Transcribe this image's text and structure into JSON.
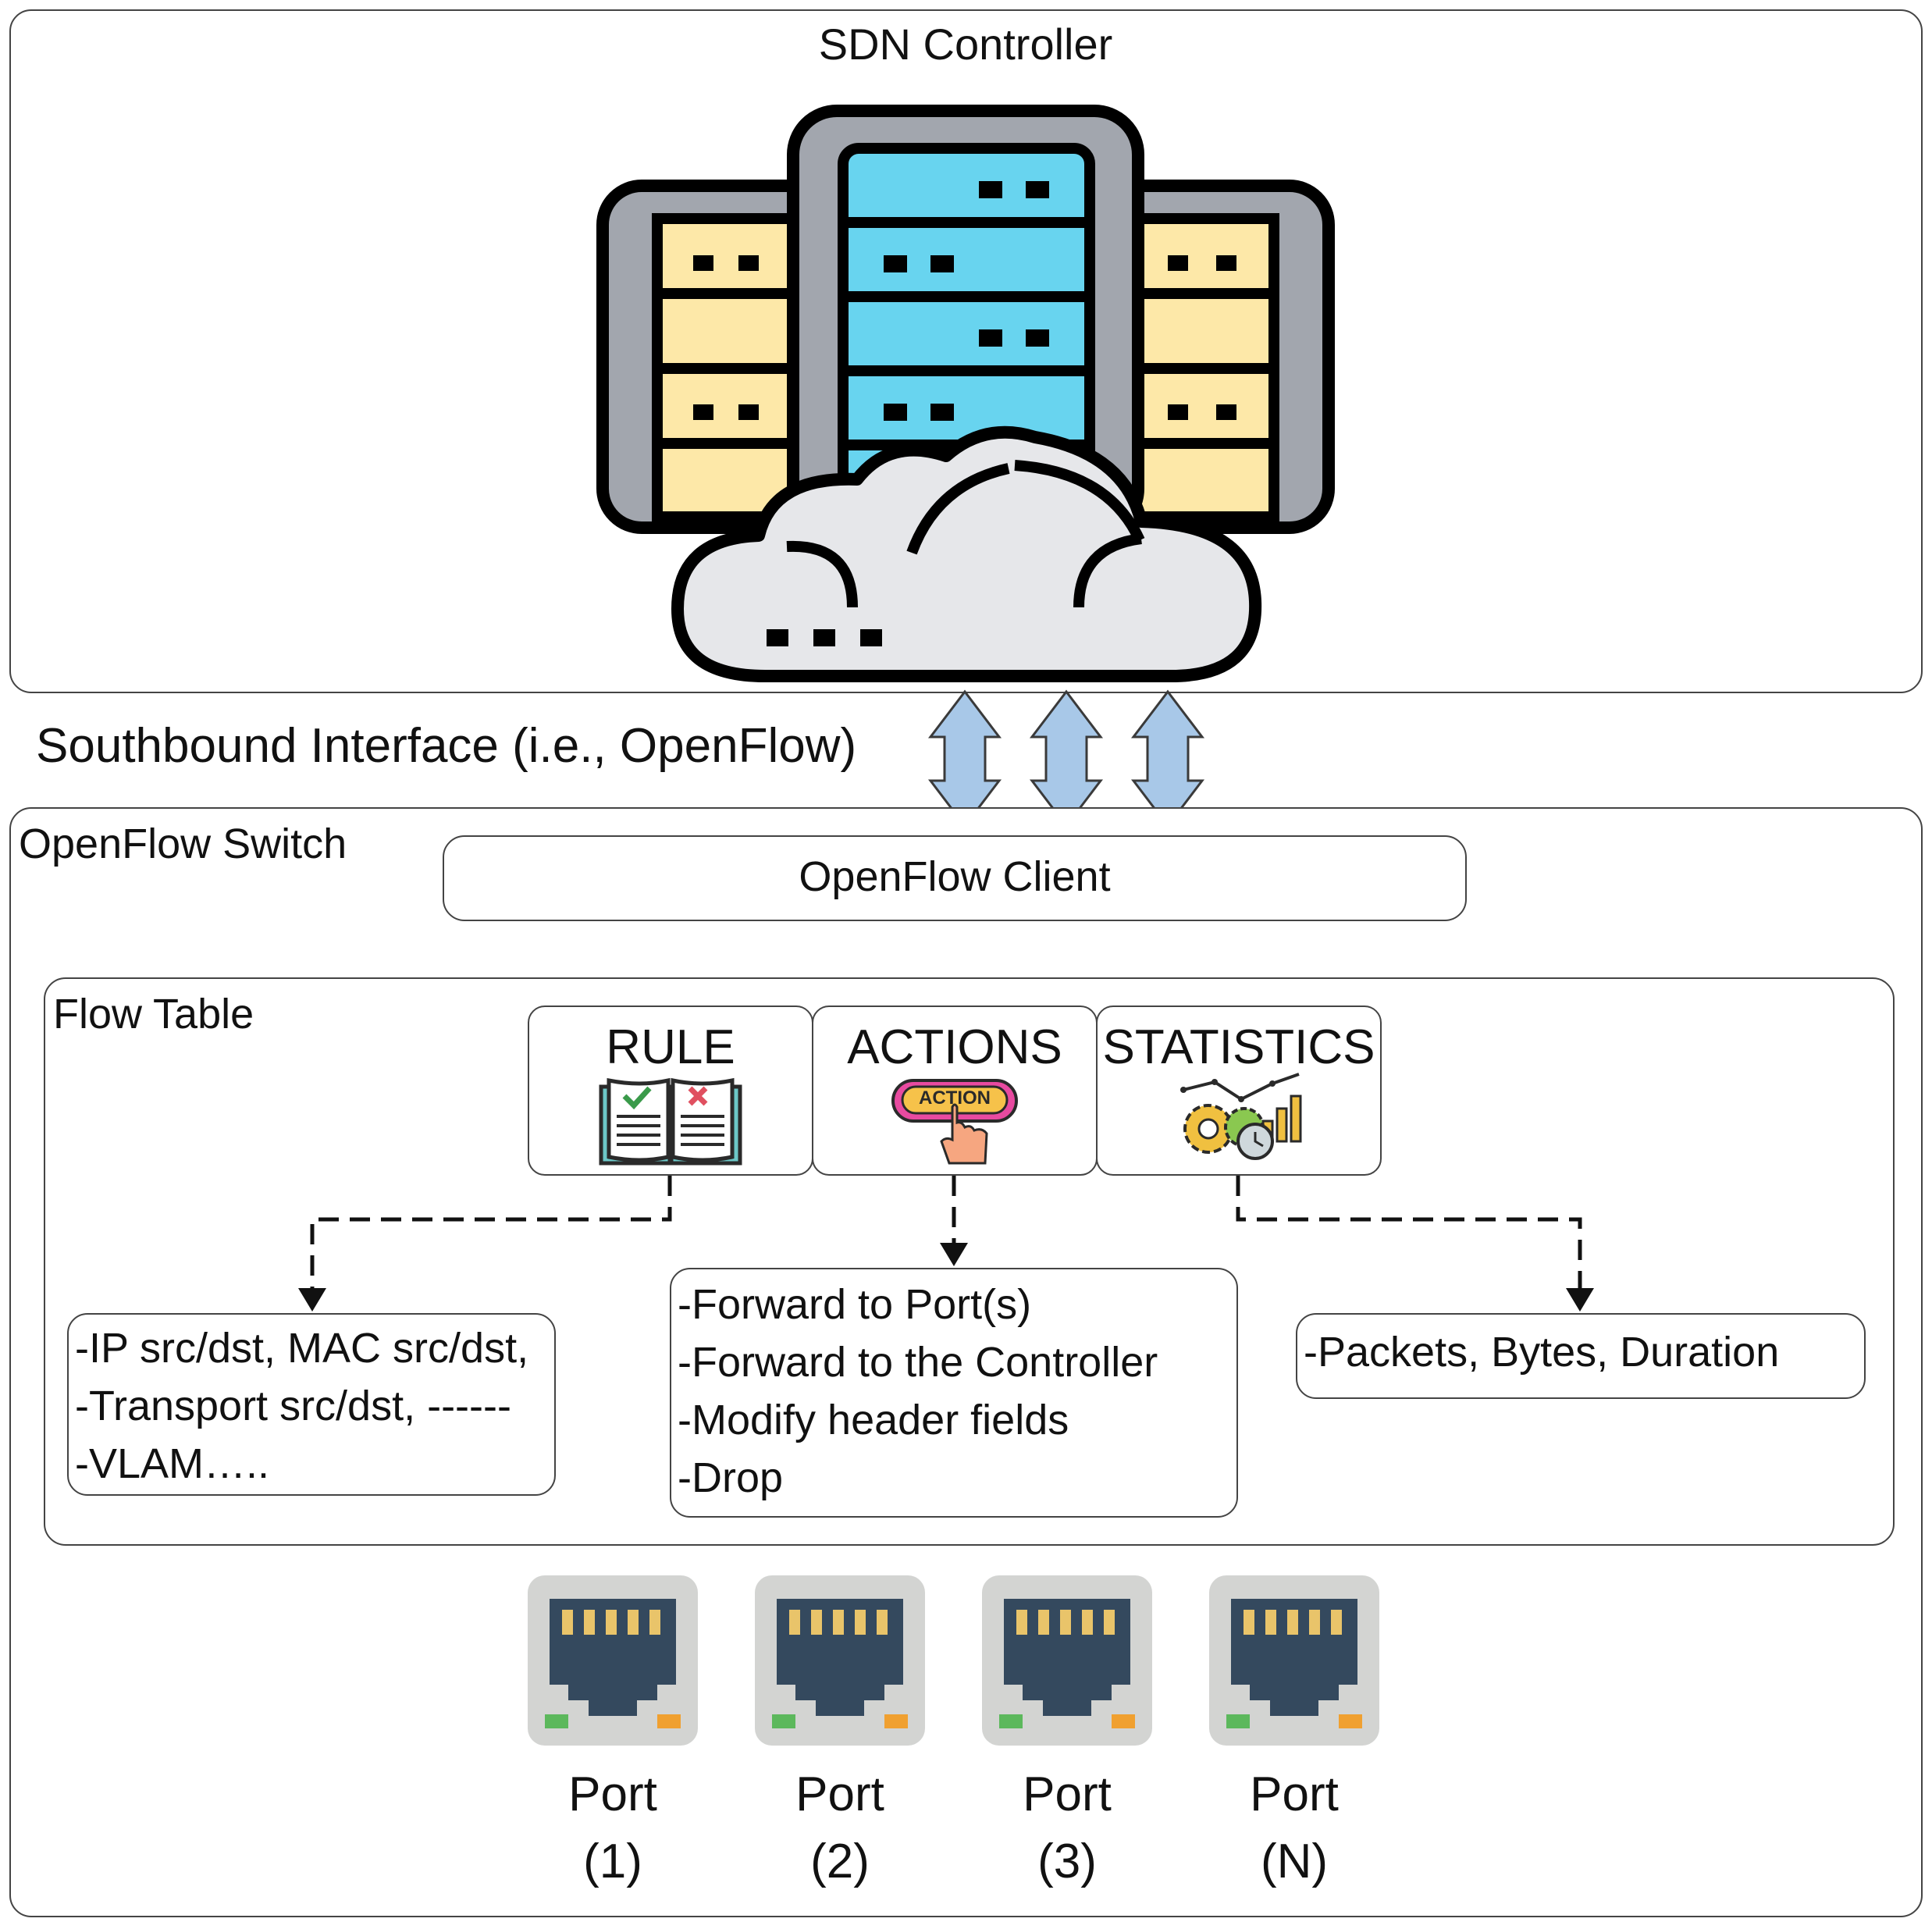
{
  "controller": {
    "title": "SDN Controller",
    "icon": "server-rack-cloud-icon"
  },
  "southbound": {
    "label": "Southbound Interface (i.e., OpenFlow)",
    "arrow_icon": "bidirectional-arrow-icon",
    "arrow_color": "#a8c8e8"
  },
  "switch": {
    "title": "OpenFlow Switch",
    "client": "OpenFlow Client"
  },
  "flow_table": {
    "title": "Flow Table",
    "rule": {
      "label": "RULE",
      "icon": "rule-book-icon",
      "items": [
        "-IP src/dst, MAC src/dst,",
        "-Transport src/dst, ------",
        "-VLAM….."
      ]
    },
    "actions": {
      "label": "ACTIONS",
      "icon_text": "ACTION",
      "icon": "action-button-icon",
      "items": [
        "-Forward to Port(s)",
        "-Forward to the Controller",
        "-Modify header fields",
        "-Drop"
      ]
    },
    "statistics": {
      "label": "STATISTICS",
      "icon": "statistics-gears-chart-icon",
      "items": [
        "-Packets, Bytes, Duration"
      ]
    }
  },
  "ports": [
    {
      "word": "Port",
      "id": "(1)"
    },
    {
      "word": "Port",
      "id": "(2)"
    },
    {
      "word": "Port",
      "id": "(3)"
    },
    {
      "word": "Port",
      "id": "(N)"
    }
  ],
  "colors": {
    "server_blue": "#68d4ef",
    "server_yellow": "#fde8a8",
    "server_gray": "#a2a6ae",
    "cloud": "#e6e7ea",
    "port_body": "#d3d4d2",
    "port_socket": "#34495e",
    "port_pins": "#e9c46a",
    "led_green": "#5cb85c",
    "led_orange": "#f0a030"
  }
}
